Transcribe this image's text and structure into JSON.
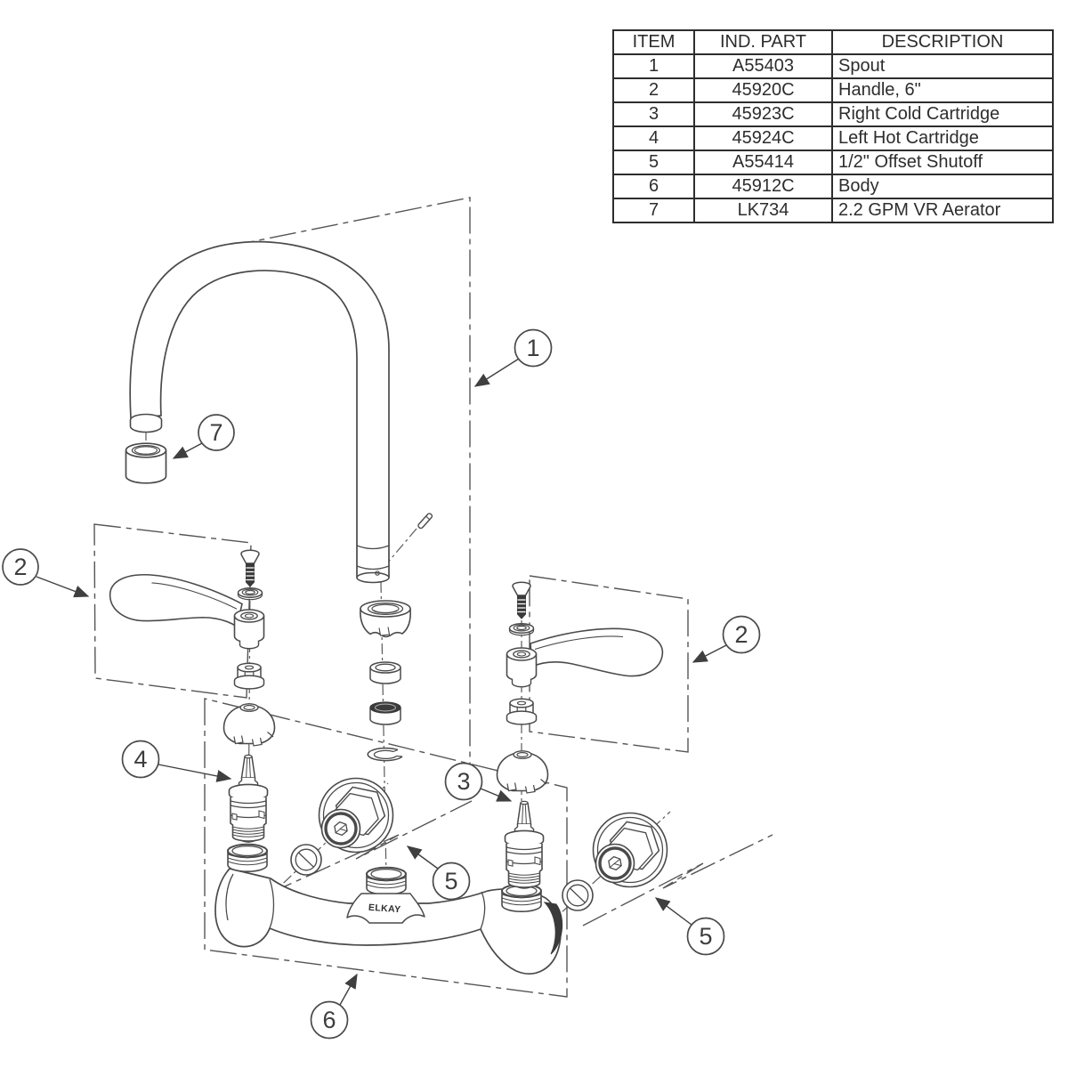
{
  "table": {
    "headers": [
      "ITEM",
      "IND. PART",
      "DESCRIPTION"
    ],
    "rows": [
      {
        "item": "1",
        "part": "A55403",
        "desc": "Spout"
      },
      {
        "item": "2",
        "part": "45920C",
        "desc": "Handle, 6\""
      },
      {
        "item": "3",
        "part": "45923C",
        "desc": "Right Cold Cartridge"
      },
      {
        "item": "4",
        "part": "45924C",
        "desc": "Left Hot Cartridge"
      },
      {
        "item": "5",
        "part": "A55414",
        "desc": "1/2\" Offset Shutoff"
      },
      {
        "item": "6",
        "part": "45912C",
        "desc": "Body"
      },
      {
        "item": "7",
        "part": "LK734",
        "desc": "2.2 GPM VR Aerator"
      }
    ]
  },
  "diagram": {
    "body_label": "ELKAY",
    "callouts": [
      {
        "label": "1"
      },
      {
        "label": "7"
      },
      {
        "label": "2"
      },
      {
        "label": "2"
      },
      {
        "label": "4"
      },
      {
        "label": "3"
      },
      {
        "label": "5"
      },
      {
        "label": "5"
      },
      {
        "label": "6"
      }
    ],
    "colors": {
      "line_color": "#4a4a4a",
      "dark_fill": "#3a3a3a",
      "table_border": "#2d2d2d",
      "background": "#ffffff"
    }
  }
}
